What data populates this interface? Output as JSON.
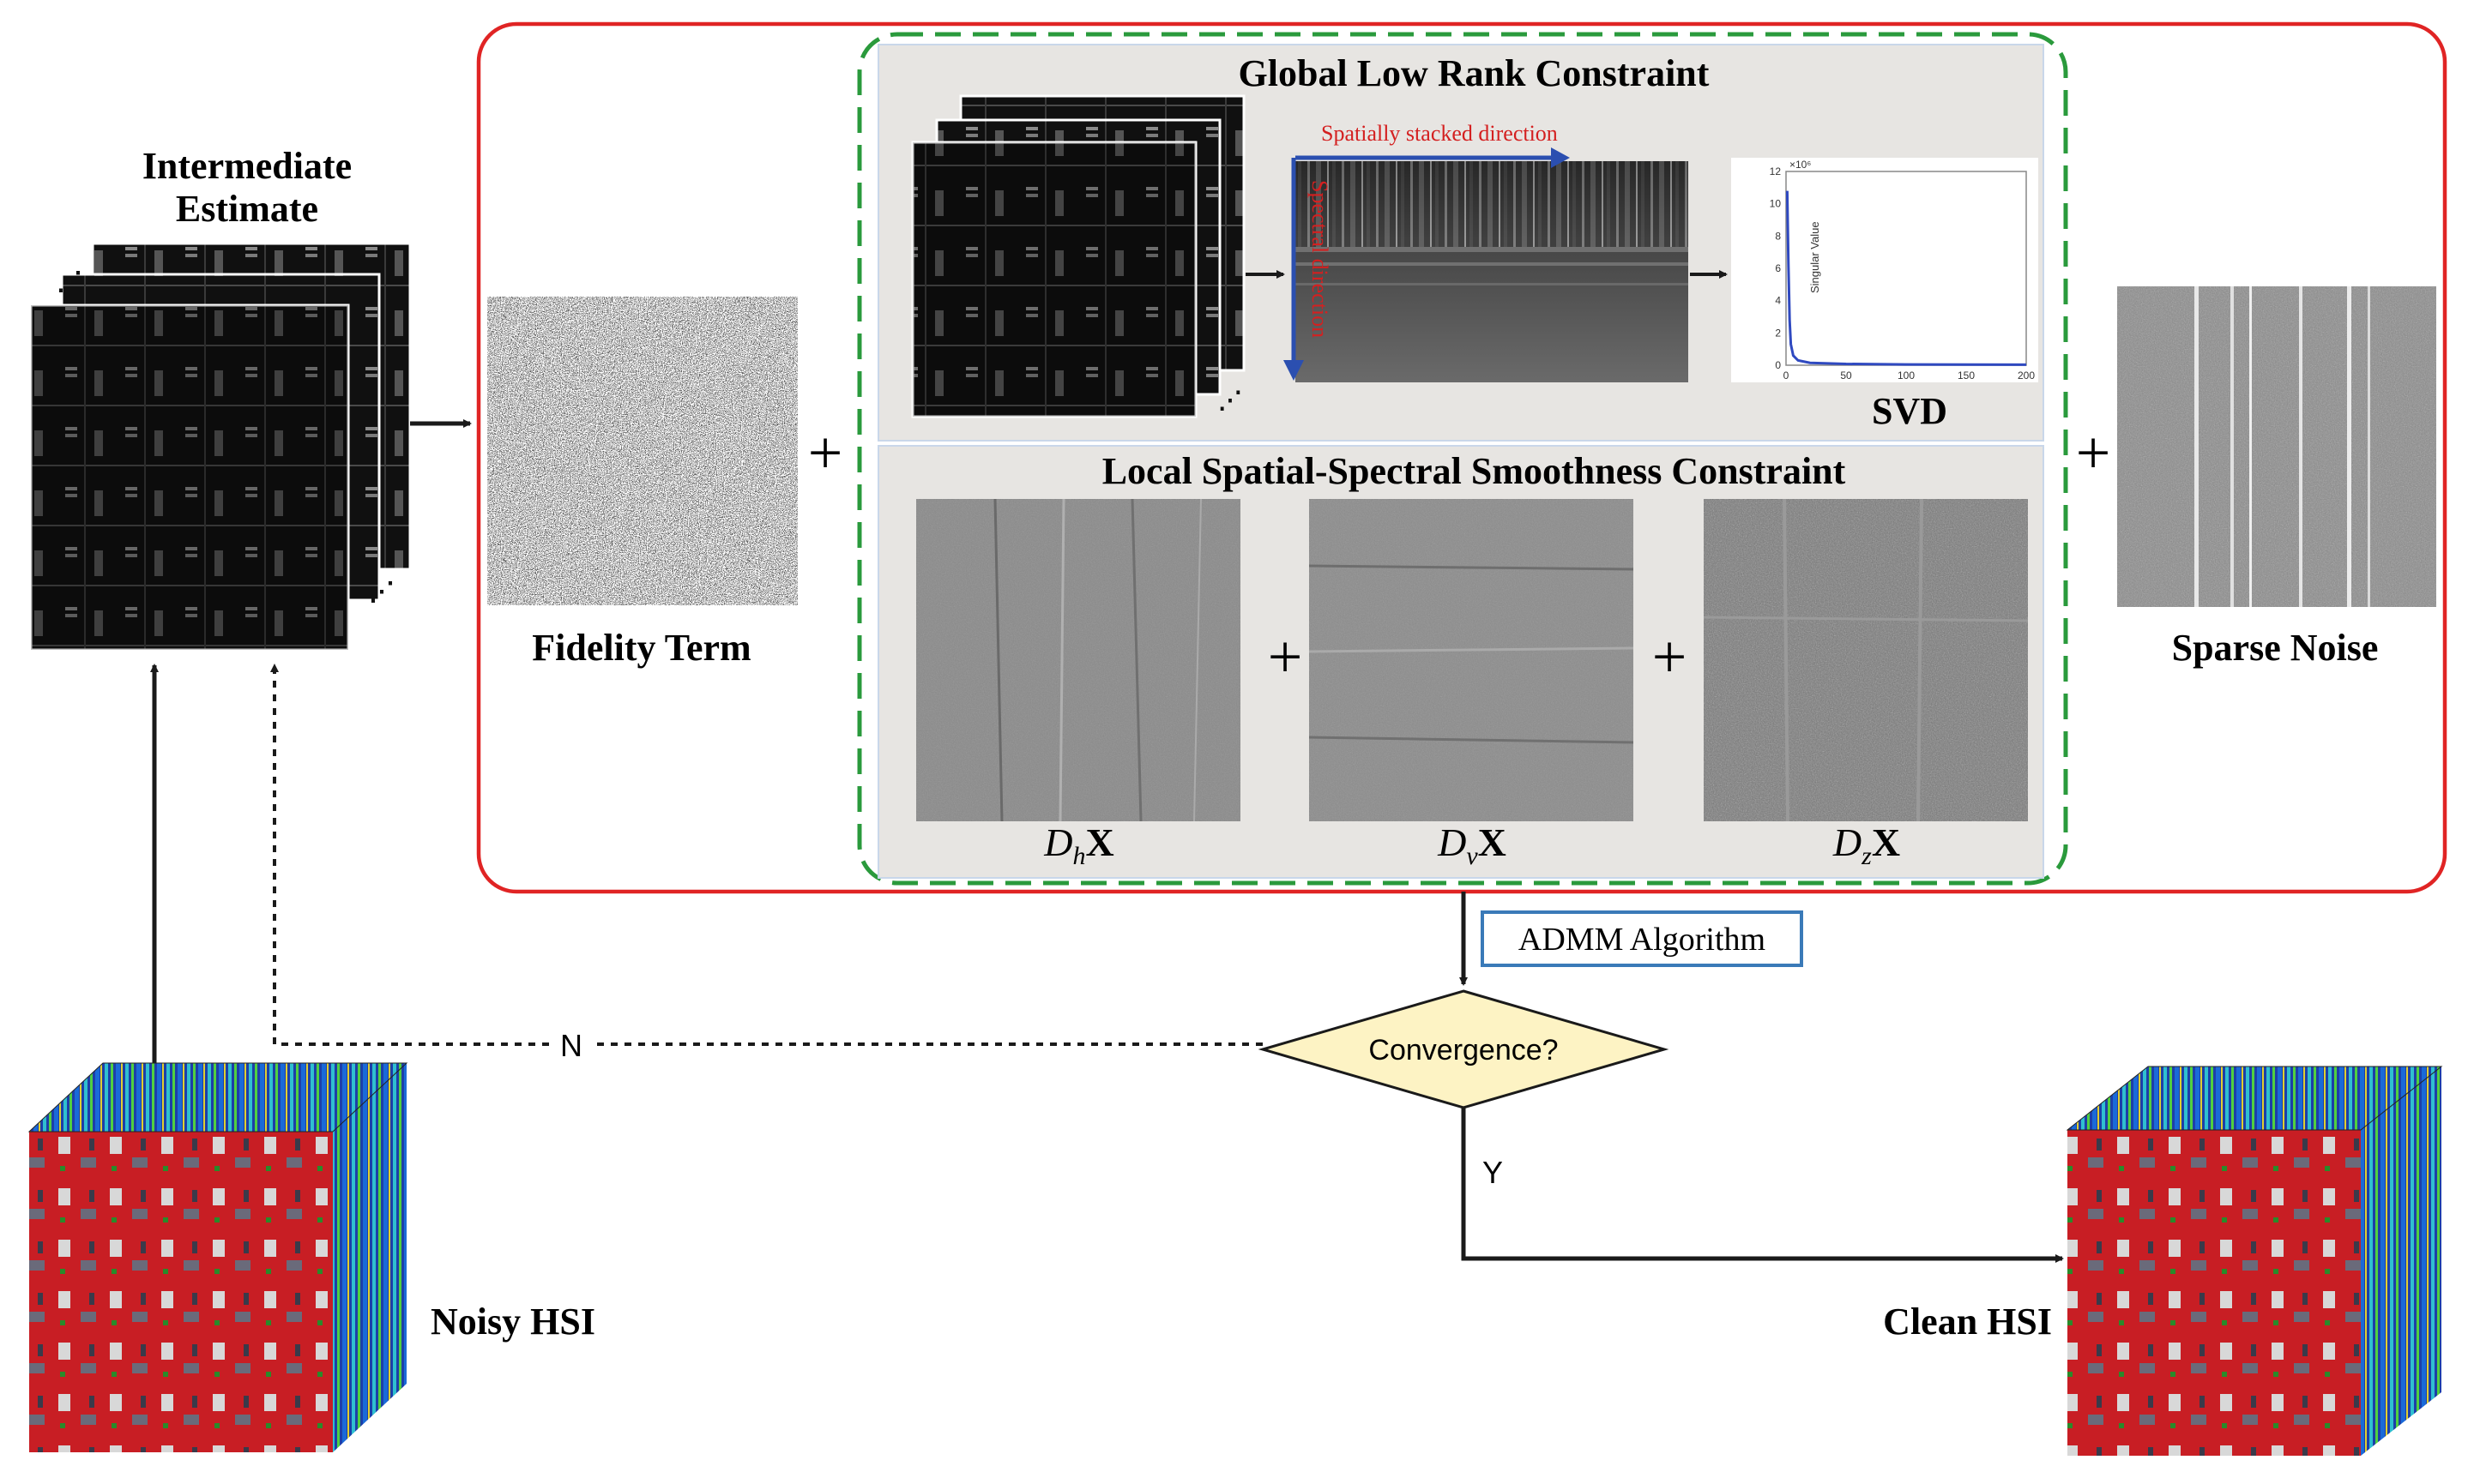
{
  "labels": {
    "intermediate_line1": "Intermediate",
    "intermediate_line2": "Estimate",
    "fidelity_term": "Fidelity Term",
    "sparse_noise": "Sparse Noise",
    "global_low_rank": "Global Low Rank Constraint",
    "spatially_stacked": "Spatially stacked direction",
    "spectral_direction": "Spectral direction",
    "svd": "SVD",
    "local_smoothness": "Local Spatial-Spectral Smoothness Constraint",
    "dh_sub": "h",
    "dv_sub": "v",
    "dz_sub": "z",
    "op_D": "D",
    "op_X": "X",
    "admm": "ADMM Algorithm",
    "convergence": "Convergence?",
    "branch_no": "N",
    "branch_yes": "Y",
    "noisy_hsi": "Noisy HSI",
    "clean_hsi": "Clean HSI",
    "plus": "+"
  },
  "svd_plot": {
    "y_exponent": "×10⁶",
    "y_axis_label": "Singular Value",
    "x_ticks": [
      "0",
      "50",
      "100",
      "150",
      "200"
    ],
    "y_ticks": [
      "0",
      "2",
      "4",
      "6",
      "8",
      "10",
      "12"
    ],
    "x_range": [
      0,
      200
    ],
    "y_range": [
      0,
      12
    ],
    "curve": [
      [
        1,
        10.8
      ],
      [
        2,
        6.2
      ],
      [
        3,
        2.8
      ],
      [
        4,
        1.3
      ],
      [
        6,
        0.6
      ],
      [
        10,
        0.3
      ],
      [
        20,
        0.15
      ],
      [
        50,
        0.08
      ],
      [
        100,
        0.05
      ],
      [
        200,
        0.03
      ]
    ]
  },
  "colors": {
    "outer_box": "#e02424",
    "inner_box": "#2a9a3c",
    "panel_bg": "#e7e5e2",
    "admm_border": "#3a7ab8",
    "diamond_fill": "#fdf3c4",
    "arrow": "#1a1a1a",
    "spatial_arrow": "#2b4fb0",
    "spectral_label": "#d42020",
    "svd_curve": "#2f49c0"
  }
}
